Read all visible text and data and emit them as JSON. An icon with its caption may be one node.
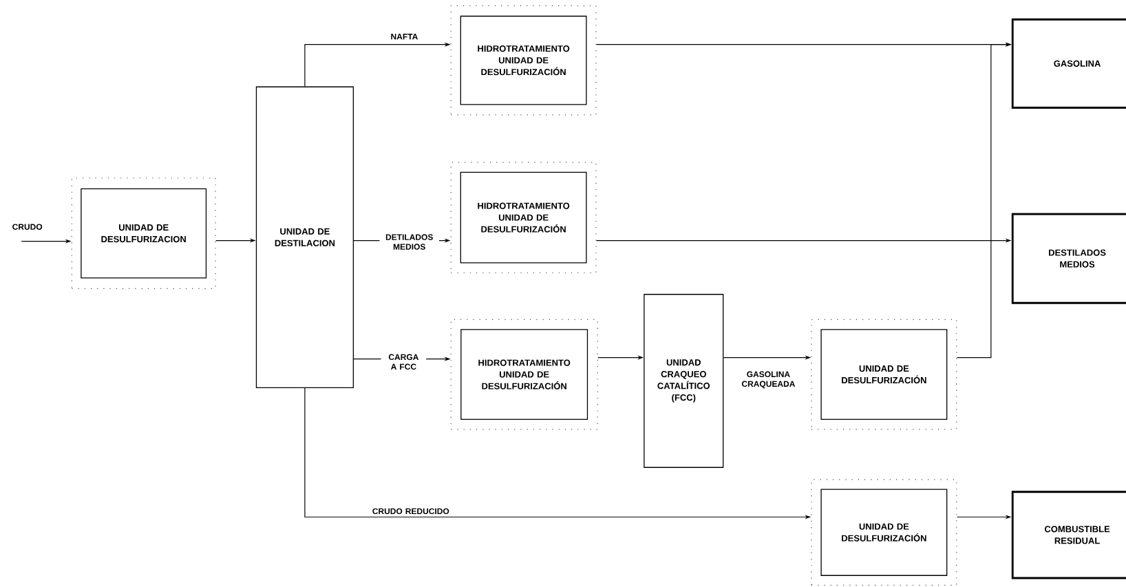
{
  "diagram": {
    "nodes": [
      {
        "text": [
          "UNIDAD DE DESULFURIZACION"
        ]
      },
      {
        "text": [
          "UNIDAD DE DESTILACION"
        ]
      },
      {
        "text": [
          "HIDROTRATAMIENTO UNIDAD DE DESULFURIZACIÓN"
        ]
      },
      {
        "text": [
          "HIDROTRATAMIENTO UNIDAD DE DESULFURIZACIÓN"
        ]
      },
      {
        "text": [
          "HIDROTRATAMIENTO UNIDAD DE DESULFURIZACIÓN"
        ]
      },
      {
        "text": [
          "UNIDAD CRAQUEO CATALÍTICO (FCC)"
        ]
      },
      {
        "text": [
          "UNIDAD DE DESULFURIZACIÓN"
        ]
      },
      {
        "text": [
          "UNIDAD DE DESULFURIZACIÓN"
        ]
      },
      {
        "text": [
          "GASOLINA"
        ]
      },
      {
        "text": [
          "DESTILADOS MEDIOS"
        ]
      },
      {
        "text": [
          "COMBUSTIBLE RESIDUAL"
        ]
      }
    ],
    "edges": [
      {
        "from": null,
        "to": 0,
        "arrow": "to",
        "label": "CRUDO"
      },
      {
        "from": 0,
        "to": 1,
        "arrow": "to"
      },
      {
        "from": 1,
        "to": 2,
        "arrow": "to",
        "label": "NAFTA"
      },
      {
        "from": 1,
        "to": 3,
        "arrow": "to",
        "label": "DETILADOS MEDIOS"
      },
      {
        "from": 1,
        "to": 4,
        "arrow": "to",
        "label": "CARGA A FCC"
      },
      {
        "from": 1,
        "to": 7,
        "arrow": "to",
        "label": "CRUDO REDUCIDO"
      },
      {
        "from": 2,
        "to": 8,
        "arrow": "to"
      },
      {
        "from": 3,
        "to": 9,
        "arrow": "to"
      },
      {
        "from": 4,
        "to": 5,
        "arrow": "to"
      },
      {
        "from": 5,
        "to": 6,
        "arrow": "to",
        "label": "GASOLINA CRAQUEADA"
      },
      {
        "from": 6,
        "to": 8,
        "arrow": "to"
      },
      {
        "from": 7,
        "to": 10,
        "arrow": "to"
      }
    ]
  }
}
